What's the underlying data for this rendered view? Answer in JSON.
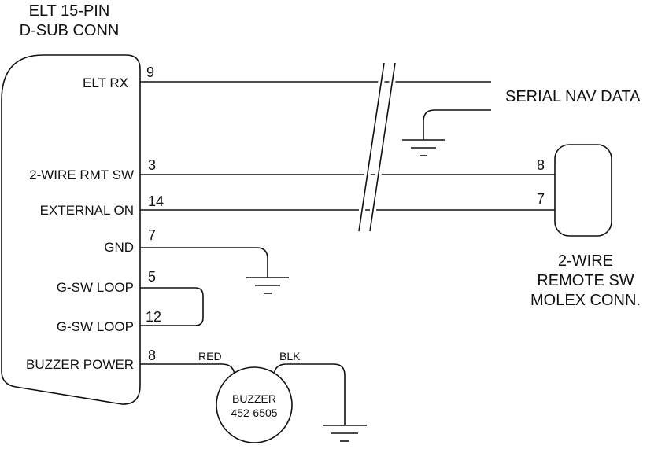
{
  "connector": {
    "title_line1": "ELT 15-PIN",
    "title_line2": "D-SUB CONN",
    "signals": [
      {
        "label": "ELT RX",
        "pin": "9"
      },
      {
        "label": "2-WIRE RMT SW",
        "pin": "3"
      },
      {
        "label": "EXTERNAL ON",
        "pin": "14"
      },
      {
        "label": "GND",
        "pin": "7"
      },
      {
        "label": "G-SW LOOP",
        "pin": "5"
      },
      {
        "label": "G-SW LOOP",
        "pin": "12"
      },
      {
        "label": "BUZZER POWER",
        "pin": "8"
      }
    ]
  },
  "serial": {
    "label": "SERIAL NAV DATA"
  },
  "molex": {
    "pin_a": "8",
    "pin_b": "7",
    "label_line1": "2-WIRE",
    "label_line2": "REMOTE SW",
    "label_line3": "MOLEX CONN."
  },
  "buzzer": {
    "name": "BUZZER",
    "part": "452-6505",
    "wire_red": "RED",
    "wire_blk": "BLK"
  }
}
